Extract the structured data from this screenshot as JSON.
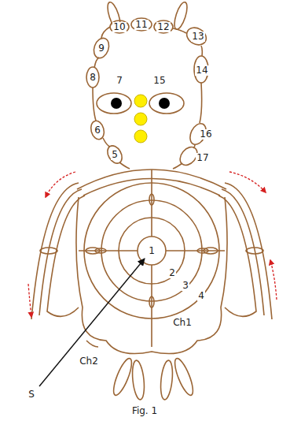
{
  "diagram": {
    "caption": "Fig. 1",
    "labels": [
      "10",
      "11",
      "12",
      "13",
      "9",
      "14",
      "8",
      "7",
      "15",
      "6",
      "16",
      "5",
      "17",
      "1",
      "2",
      "3",
      "4",
      "Ch1",
      "Ch2",
      "S"
    ]
  }
}
